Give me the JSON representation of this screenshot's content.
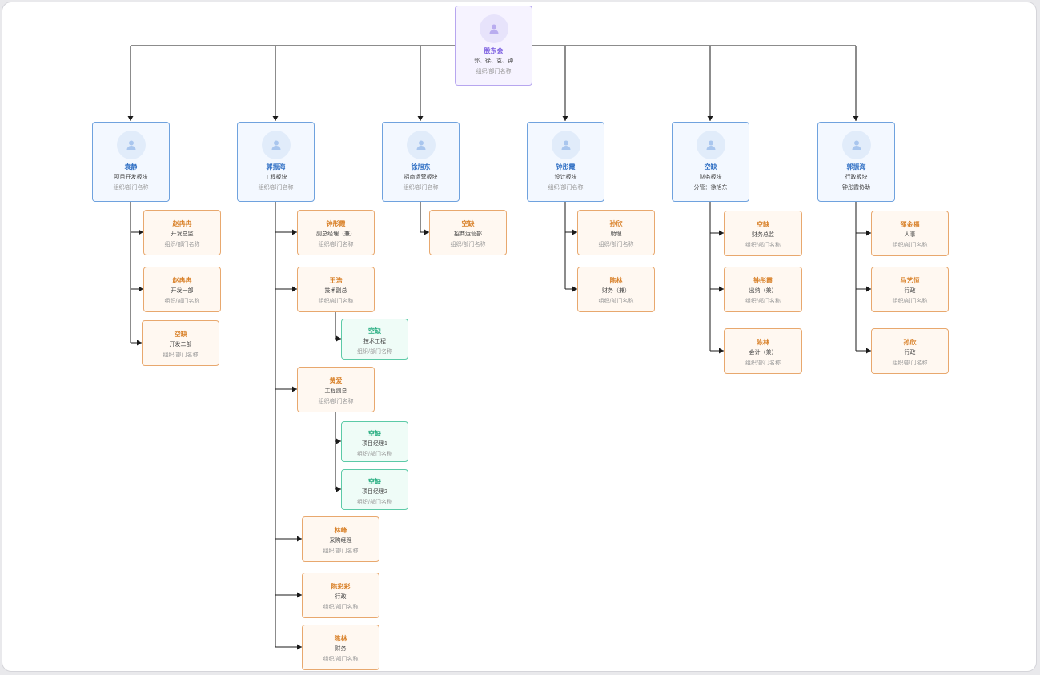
{
  "colors": {
    "root_border": "#b7a6ef",
    "exec_border": "#6fa2de",
    "staff_border": "#e8a86e",
    "sub_border": "#5ccaa7",
    "connector": "#1a1a1a"
  },
  "root": {
    "name": "股东会",
    "role": "郭、徐、袁、钟",
    "extra": "组织/部门名称",
    "icon": "user-icon"
  },
  "branches": [
    {
      "name": "袁静",
      "role": "项目开发板块",
      "extra": "组织/部门名称",
      "icon": "user-icon",
      "children": [
        {
          "name": "赵冉冉",
          "role": "开发总监",
          "extra": "组织/部门名称"
        },
        {
          "name": "赵冉冉",
          "role": "开发一部",
          "extra": "组织/部门名称"
        },
        {
          "name": "空缺",
          "role": "开发二部",
          "extra": "组织/部门名称"
        }
      ]
    },
    {
      "name": "郭振海",
      "role": "工程板块",
      "extra": "组织/部门名称",
      "icon": "user-icon",
      "children": [
        {
          "name": "钟彤霞",
          "role": "副总经理（兼）",
          "extra": "组织/部门名称",
          "children": []
        },
        {
          "name": "王浩",
          "role": "技术副总",
          "extra": "组织/部门名称",
          "children": [
            {
              "name": "空缺",
              "role": "技术工程",
              "extra": "组织/部门名称"
            }
          ]
        },
        {
          "name": "黄爱",
          "role": "工程副总",
          "extra": "组织/部门名称",
          "children": [
            {
              "name": "空缺",
              "role": "项目经理1",
              "extra": "组织/部门名称"
            },
            {
              "name": "空缺",
              "role": "项目经理2",
              "extra": "组织/部门名称"
            }
          ]
        },
        {
          "name": "林峰",
          "role": "采购经理",
          "extra": "组织/部门名称",
          "children": []
        },
        {
          "name": "陈彩彩",
          "role": "行政",
          "extra": "组织/部门名称",
          "children": []
        },
        {
          "name": "陈林",
          "role": "财务",
          "extra": "组织/部门名称",
          "children": []
        }
      ]
    },
    {
      "name": "徐旭东",
      "role": "招商运营板块",
      "extra": "组织/部门名称",
      "icon": "user-icon",
      "children": [
        {
          "name": "空缺",
          "role": "招商运营部",
          "extra": "组织/部门名称"
        }
      ]
    },
    {
      "name": "钟彤霞",
      "role": "设计板块",
      "extra": "组织/部门名称",
      "icon": "user-icon",
      "children": [
        {
          "name": "孙欣",
          "role": "助理",
          "extra": "组织/部门名称"
        },
        {
          "name": "陈林",
          "role": "财务（兼）",
          "extra": "组织/部门名称"
        }
      ]
    },
    {
      "name": "空缺",
      "role": "财务板块",
      "extra": "分管：徐旭东",
      "icon": "user-icon",
      "children": [
        {
          "name": "空缺",
          "role": "财务总监",
          "extra": "组织/部门名称"
        },
        {
          "name": "钟彤霞",
          "role": "出纳（兼）",
          "extra": "组织/部门名称"
        },
        {
          "name": "陈林",
          "role": "会计（兼）",
          "extra": "组织/部门名称"
        }
      ]
    },
    {
      "name": "郭振海",
      "role": "行政板块",
      "extra": "钟彤霞协助",
      "icon": "user-icon",
      "children": [
        {
          "name": "邵金福",
          "role": "人事",
          "extra": "组织/部门名称"
        },
        {
          "name": "马艺恒",
          "role": "行政",
          "extra": "组织/部门名称"
        },
        {
          "name": "孙欣",
          "role": "行政",
          "extra": "组织/部门名称"
        }
      ]
    }
  ]
}
